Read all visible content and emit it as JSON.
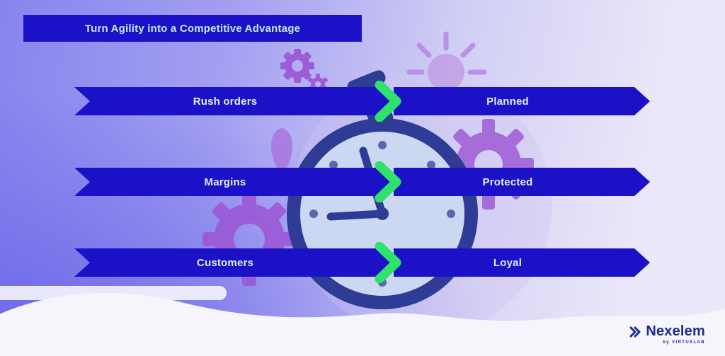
{
  "title": "Turn Agility into a Competitive Advantage",
  "rows": [
    {
      "left": "Rush orders",
      "right": "Planned"
    },
    {
      "left": "Margins",
      "right": "Protected"
    },
    {
      "left": "Customers",
      "right": "Loyal"
    }
  ],
  "logo": {
    "name": "Nexelem",
    "byline": "by VIRTUSLAB"
  },
  "icons": {
    "chevron": "green-chevron-right",
    "illustration": "stopwatch-with-gears-and-sun"
  },
  "colors": {
    "bg0": "#6b66e8",
    "bg1": "#8884ee",
    "bg2": "#a3a0f1",
    "bg3": "#d2cff5",
    "bg4": "#ebe9f9",
    "banner": "#1b12c7",
    "titleText": "#c6e6ff",
    "label": "#e2eeff",
    "accent": "#2ee26c",
    "navy": "#2e3c95",
    "face": "#ccd8f2",
    "dot": "#5b67ad",
    "gear": "#9b55d4",
    "sun": "#c2a0e8",
    "ray": "#b488e2",
    "blob": "#a873df",
    "backdrop": "#cdc7f0",
    "wave": "#f6f5fc",
    "logo": "#1c2b8f"
  }
}
